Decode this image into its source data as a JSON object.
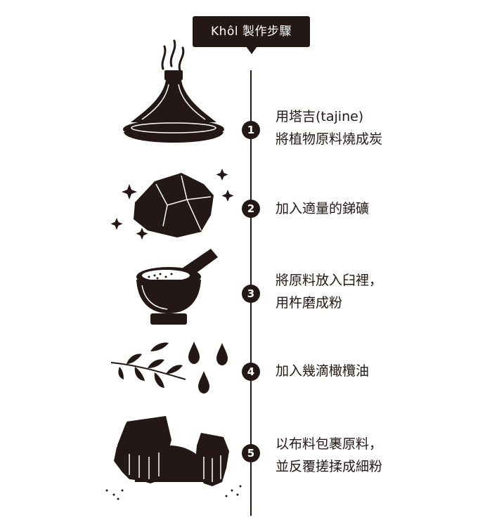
{
  "title": "Khôl 製作步驟",
  "colors": {
    "ink": "#231815",
    "background": "#ffffff",
    "accent_text": "#ffffff"
  },
  "steps": [
    {
      "number": "1",
      "lines": [
        "用塔吉(tajine)",
        "將植物原料燒成炭"
      ],
      "icon": "tajine-icon"
    },
    {
      "number": "2",
      "lines": [
        "加入適量的銻礦"
      ],
      "icon": "antimony-ore-icon"
    },
    {
      "number": "3",
      "lines": [
        "將原料放入臼裡，",
        "用杵磨成粉"
      ],
      "icon": "mortar-pestle-icon"
    },
    {
      "number": "4",
      "lines": [
        "加入幾滴橄欖油"
      ],
      "icon": "olive-oil-icon"
    },
    {
      "number": "5",
      "lines": [
        "以布料包裹原料，",
        "並反覆搓揉成細粉"
      ],
      "icon": "kneading-hands-icon"
    }
  ]
}
